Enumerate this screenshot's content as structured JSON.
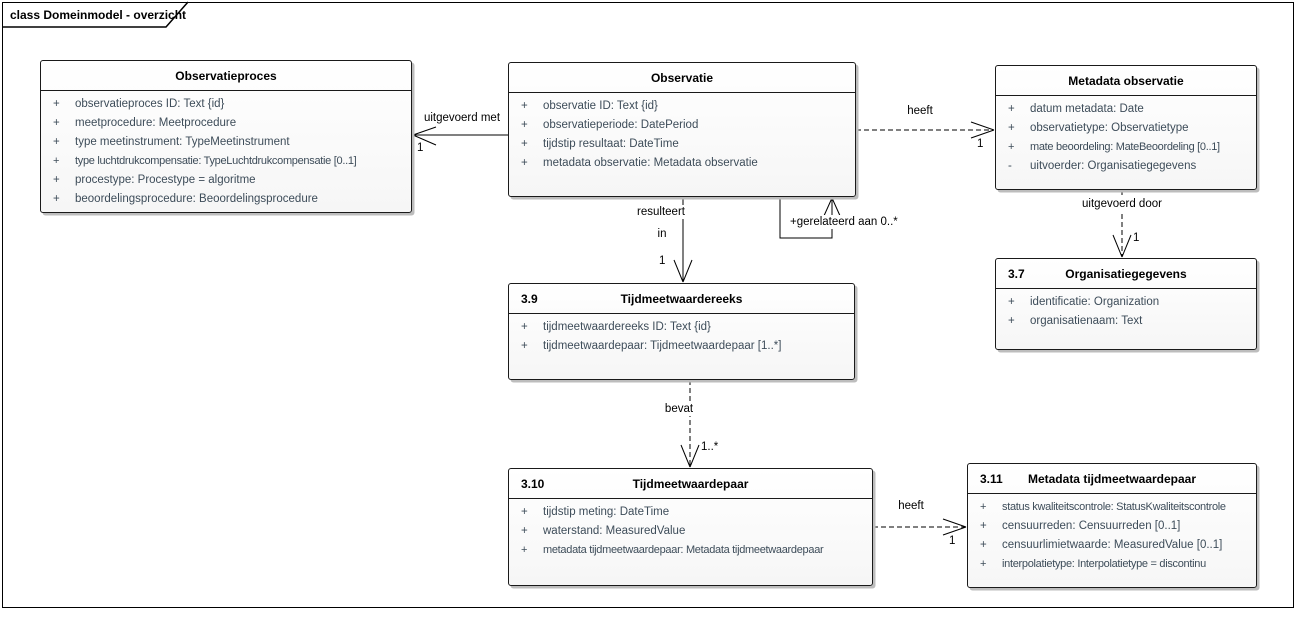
{
  "frame": {
    "label": "class Domeinmodel - overzicht"
  },
  "colors": {
    "attribute_text": "#3d4c59",
    "line_color": "#000000",
    "box_border": "#1a1a1a",
    "box_shadow": "#bdbdbd"
  },
  "classes": [
    {
      "number": "",
      "title": "Observatieproces",
      "attributes": [
        {
          "vis": "+",
          "text": "observatieproces ID: Text {id}"
        },
        {
          "vis": "+",
          "text": "meetprocedure: Meetprocedure"
        },
        {
          "vis": "+",
          "text": "type meetinstrument: TypeMeetinstrument"
        },
        {
          "vis": "+",
          "text": "type luchtdrukcompensatie: TypeLuchtdrukcompensatie [0..1]"
        },
        {
          "vis": "+",
          "text": "procestype: Procestype = algoritme"
        },
        {
          "vis": "+",
          "text": "beoordelingsprocedure: Beoordelingsprocedure"
        }
      ]
    },
    {
      "number": "",
      "title": "Observatie",
      "attributes": [
        {
          "vis": "+",
          "text": "observatie ID: Text {id}"
        },
        {
          "vis": "+",
          "text": "observatieperiode: DatePeriod"
        },
        {
          "vis": "+",
          "text": "tijdstip resultaat: DateTime"
        },
        {
          "vis": "+",
          "text": "metadata observatie: Metadata observatie"
        }
      ]
    },
    {
      "number": "",
      "title": "Metadata observatie",
      "attributes": [
        {
          "vis": "+",
          "text": "datum metadata: Date"
        },
        {
          "vis": "+",
          "text": "observatietype: Observatietype"
        },
        {
          "vis": "+",
          "text": "mate beoordeling: MateBeoordeling [0..1]"
        },
        {
          "vis": "-",
          "text": "uitvoerder: Organisatiegegevens"
        }
      ]
    },
    {
      "number": "3.7",
      "title": "Organisatiegegevens",
      "attributes": [
        {
          "vis": "+",
          "text": "identificatie: Organization"
        },
        {
          "vis": "+",
          "text": "organisatienaam: Text"
        }
      ]
    },
    {
      "number": "3.9",
      "title": "Tijdmeetwaardereeks",
      "attributes": [
        {
          "vis": "+",
          "text": "tijdmeetwaardereeks ID: Text {id}"
        },
        {
          "vis": "+",
          "text": "tijdmeetwaardepaar: Tijdmeetwaardepaar [1..*]"
        }
      ]
    },
    {
      "number": "3.10",
      "title": "Tijdmeetwaardepaar",
      "attributes": [
        {
          "vis": "+",
          "text": "tijdstip meting: DateTime"
        },
        {
          "vis": "+",
          "text": "waterstand: MeasuredValue"
        },
        {
          "vis": "+",
          "text": "metadata tijdmeetwaardepaar: Metadata tijdmeetwaardepaar"
        }
      ]
    },
    {
      "number": "3.11",
      "title": "Metadata tijdmeetwaardepaar",
      "attributes": [
        {
          "vis": "+",
          "text": "status kwaliteitscontrole: StatusKwaliteitscontrole"
        },
        {
          "vis": "+",
          "text": "censuurreden: Censuurreden [0..1]"
        },
        {
          "vis": "+",
          "text": "censuurlimietwaarde: MeasuredValue [0..1]"
        },
        {
          "vis": "+",
          "text": "interpolatietype: Interpolatietype = discontinu"
        }
      ]
    }
  ],
  "connectors": {
    "uitgevoerd_met": {
      "label": "uitgevoerd met",
      "target_multiplicity": "1"
    },
    "heeft_metadata_observatie": {
      "label": "heeft",
      "target_multiplicity": "1"
    },
    "gerelateerd_aan": {
      "label": "+gerelateerd aan 0..*"
    },
    "resulteert_in": {
      "label_line1": "resulteert",
      "label_line2": "in",
      "target_multiplicity": "1"
    },
    "uitgevoerd_door": {
      "label": "uitgevoerd door",
      "target_multiplicity": "1"
    },
    "bevat": {
      "label": "bevat",
      "target_multiplicity": "1..*"
    },
    "heeft_metadata_tijdmeetwaardepaar": {
      "label": "heeft",
      "target_multiplicity": "1"
    }
  }
}
